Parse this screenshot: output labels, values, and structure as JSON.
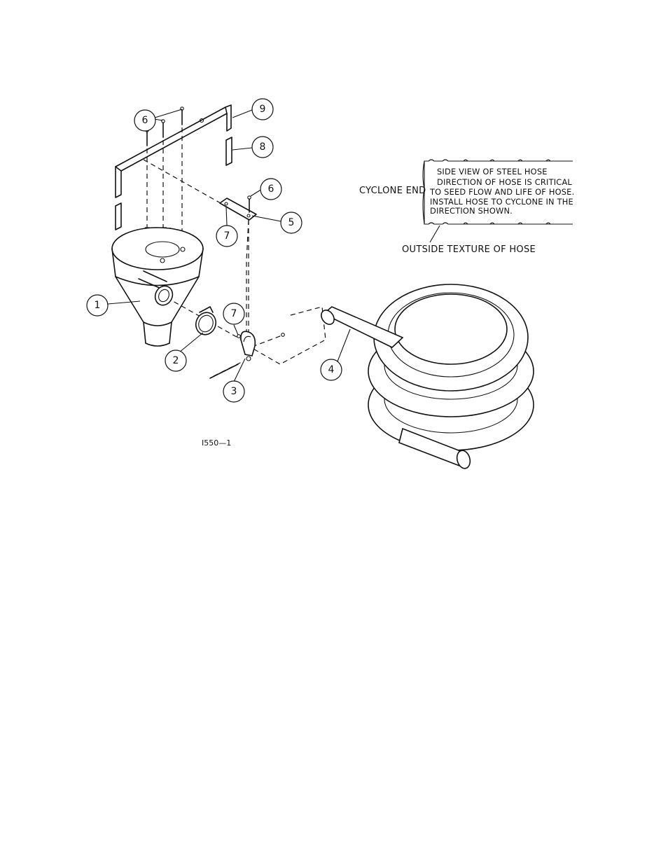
{
  "balloons": [
    {
      "id": "b1",
      "label": "1"
    },
    {
      "id": "b2",
      "label": "2"
    },
    {
      "id": "b3",
      "label": "3"
    },
    {
      "id": "b4",
      "label": "4"
    },
    {
      "id": "b5",
      "label": "5"
    },
    {
      "id": "b6a",
      "label": "6"
    },
    {
      "id": "b6b",
      "label": "6"
    },
    {
      "id": "b7a",
      "label": "7"
    },
    {
      "id": "b7b",
      "label": "7"
    },
    {
      "id": "b8",
      "label": "8"
    },
    {
      "id": "b9",
      "label": "9"
    }
  ],
  "hose_note": {
    "lines": [
      "SIDE VIEW OF STEEL HOSE",
      "DIRECTION OF HOSE IS CRITICAL",
      "TO SEED FLOW AND LIFE OF HOSE.",
      "INSTALL HOSE TO CYCLONE IN THE",
      "DIRECTION SHOWN."
    ],
    "cyclone_end_label": "CYCLONE END",
    "outside_texture_label": "OUTSIDE TEXTURE OF HOSE"
  },
  "drawing_ref": "I550—1"
}
